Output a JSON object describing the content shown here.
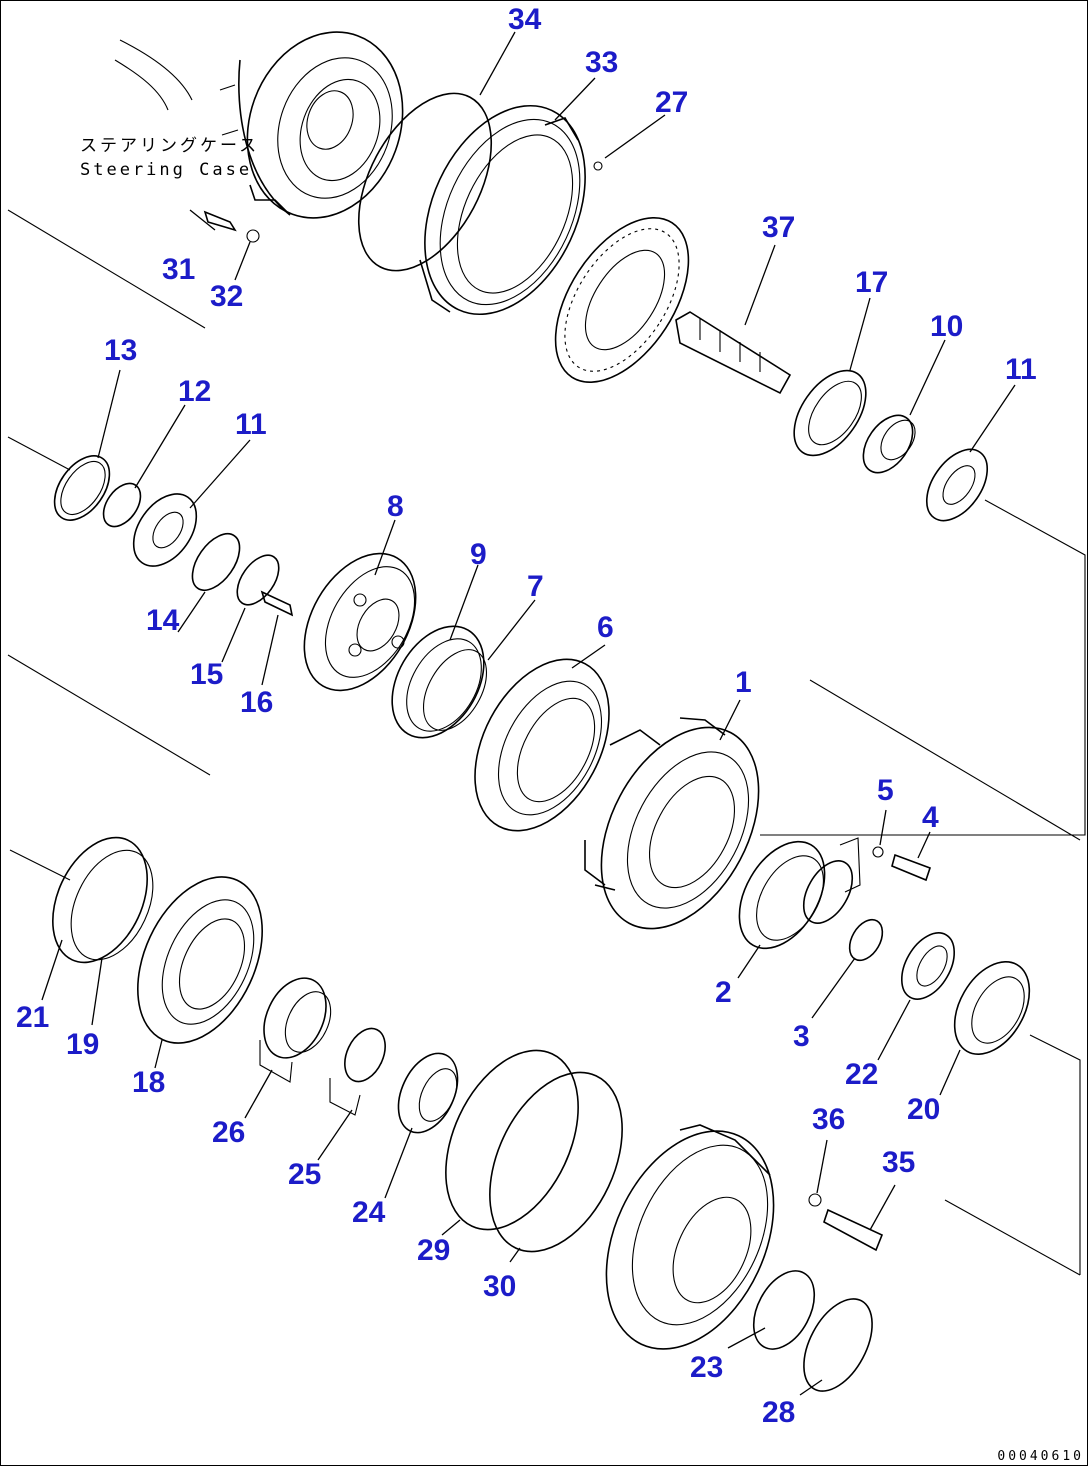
{
  "caption": {
    "japanese": "ステアリングケース",
    "english": "Steering Case"
  },
  "drawing_code": "00040610",
  "callouts": [
    "1",
    "2",
    "3",
    "4",
    "5",
    "6",
    "7",
    "8",
    "9",
    "10",
    "11",
    "11",
    "12",
    "13",
    "14",
    "15",
    "16",
    "17",
    "18",
    "19",
    "20",
    "21",
    "22",
    "23",
    "24",
    "25",
    "26",
    "27",
    "28",
    "29",
    "30",
    "31",
    "32",
    "33",
    "34",
    "35",
    "36",
    "37"
  ]
}
